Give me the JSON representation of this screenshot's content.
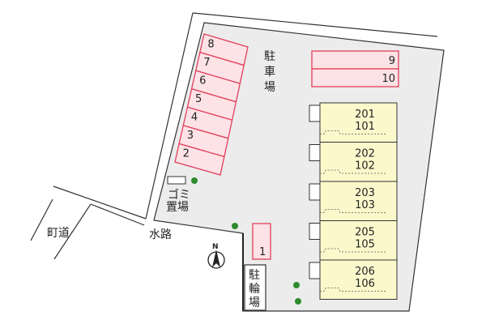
{
  "colors": {
    "lot": "#ececec",
    "parking_fill": "#fde2e6",
    "parking_stroke": "#e0405a",
    "building_fill": "#fbf8cc",
    "tree": "#2e8b2e"
  },
  "labels": {
    "parking_area": [
      "駐",
      "車",
      "場"
    ],
    "street": "町道",
    "waterway": "水路",
    "garbage": [
      "ゴミ",
      "置場"
    ],
    "bicycle": [
      "駐",
      "輪",
      "場"
    ],
    "north": "N"
  },
  "parking_slanted": [
    "8",
    "7",
    "6",
    "5",
    "4",
    "3",
    "2"
  ],
  "parking_top": [
    "9",
    "10"
  ],
  "parking_single": "1",
  "units": [
    [
      "201",
      "101"
    ],
    [
      "202",
      "102"
    ],
    [
      "203",
      "103"
    ],
    [
      "205",
      "105"
    ],
    [
      "206",
      "106"
    ]
  ],
  "icons": {
    "compass": "north-arrow-icon",
    "tree": "tree-icon"
  }
}
